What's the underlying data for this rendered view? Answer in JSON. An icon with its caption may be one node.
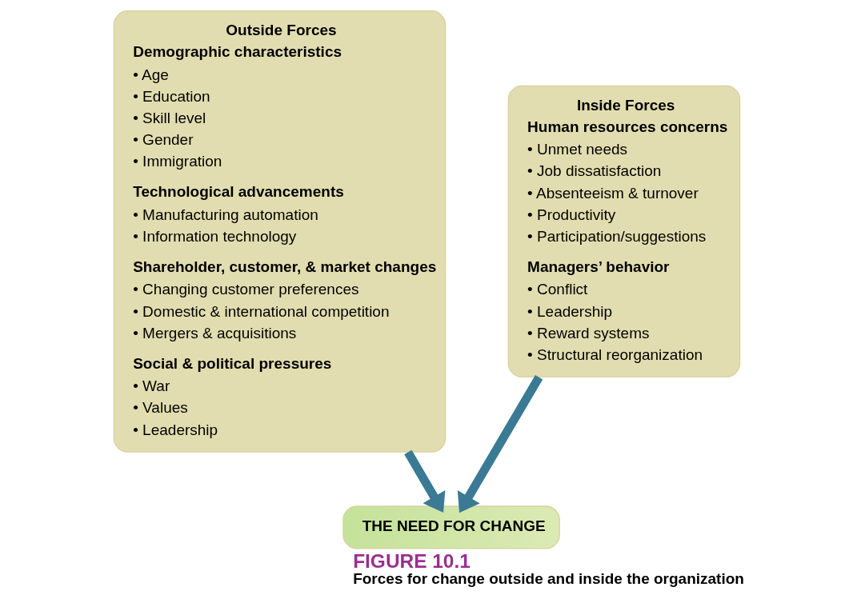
{
  "diagram": {
    "title": "FIGURE 10.1",
    "caption": "Forces for change outside and inside the organization",
    "nodes": [
      {
        "text": [
          "Outside Forces",
          "Demographic characteristics",
          "• Age",
          "• Education",
          "• Skill level",
          "• Gender",
          "• Immigration",
          "Technological advancements",
          "• Manufacturing automation",
          "• Information technology",
          "Shareholder, customer, & market changes",
          "• Changing customer preferences",
          "• Domestic & international competition",
          "• Mergers & acquisitions",
          "Social & political pressures",
          "• War",
          "• Values",
          "• Leadership"
        ]
      },
      {
        "text": [
          "Inside Forces",
          "Human resources concerns",
          "• Unmet needs",
          "• Job dissatisfaction",
          "• Absenteeism & turnover",
          "• Productivity",
          "• Participation/suggestions",
          "Managers’ behavior",
          "• Conflict",
          "• Leadership",
          "• Reward systems",
          "• Structural reorganization"
        ]
      },
      {
        "text": [
          "THE NEED FOR CHANGE"
        ]
      }
    ],
    "edges": [
      {
        "from": 0,
        "to": 2,
        "arrow": "to"
      },
      {
        "from": 1,
        "to": 2,
        "arrow": "to"
      }
    ]
  }
}
